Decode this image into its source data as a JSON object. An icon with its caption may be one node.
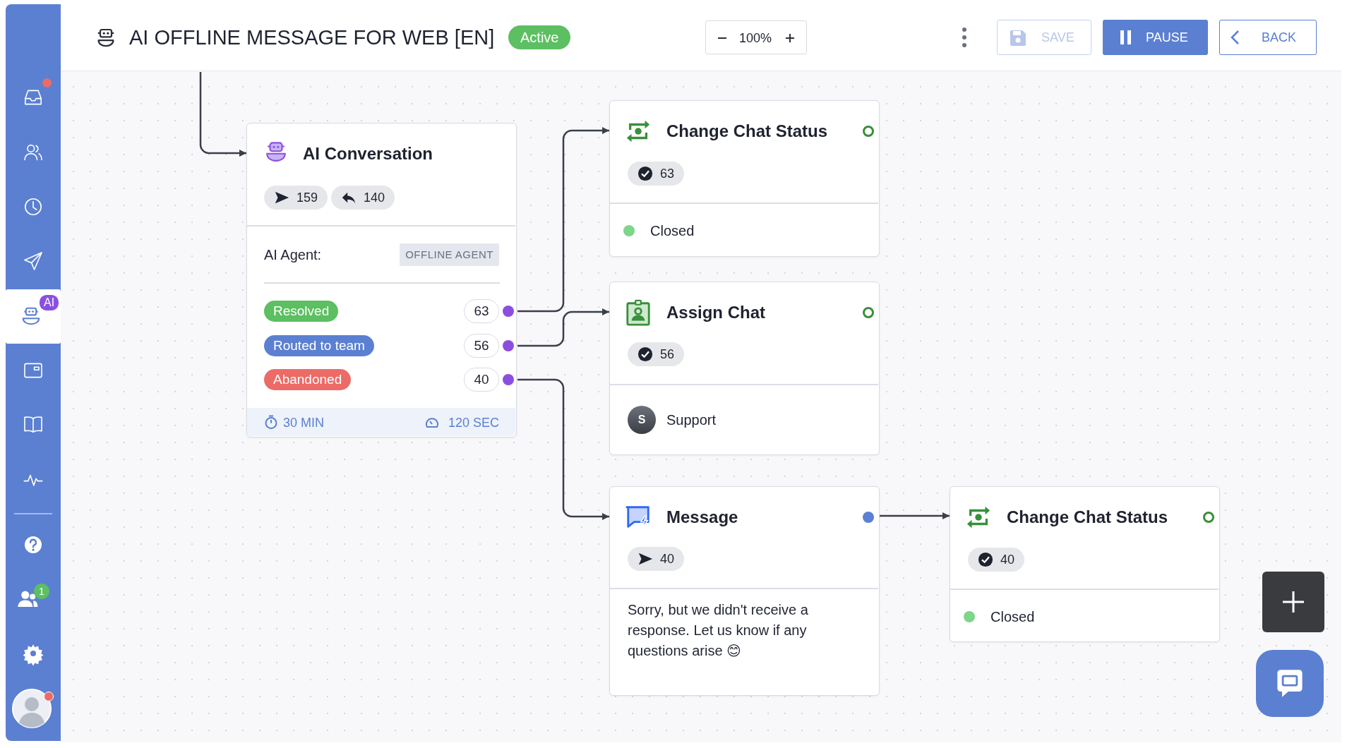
{
  "diagram": {
    "title": "AI OFFLINE MESSAGE FOR WEB [EN]",
    "nodes": [
      {
        "text": [
          "AI Conversation",
          "159",
          "140",
          "AI Agent:",
          "OFFLINE AGENT",
          "30 MIN",
          "120 SEC"
        ]
      },
      {
        "text": [
          "Resolved",
          "63"
        ],
        "in": 0
      },
      {
        "text": [
          "Routed to team",
          "56"
        ],
        "in": 0
      },
      {
        "text": [
          "Abandoned",
          "40"
        ],
        "in": 0
      },
      {
        "text": [
          "Change Chat Status",
          "63",
          "Closed"
        ]
      },
      {
        "text": [
          "Assign Chat",
          "56",
          "S",
          "Support"
        ]
      },
      {
        "text": [
          "Message",
          "40",
          "Sorry, but we didn't receive a response. Let us know if any questions arise 😊"
        ]
      },
      {
        "text": [
          "Change Chat Status",
          "40",
          "Closed"
        ]
      }
    ],
    "edges": [
      {
        "from": null,
        "to": 0,
        "arrow": "to"
      },
      {
        "from": 1,
        "to": 4,
        "arrow": "to"
      },
      {
        "from": 2,
        "to": 5,
        "arrow": "to"
      },
      {
        "from": 3,
        "to": 6,
        "arrow": "to"
      },
      {
        "from": 6,
        "to": 7,
        "arrow": "to"
      }
    ],
    "labels": [
      "Active",
      "100%",
      "SAVE",
      "PAUSE",
      "BACK",
      "AI",
      "1"
    ]
  }
}
